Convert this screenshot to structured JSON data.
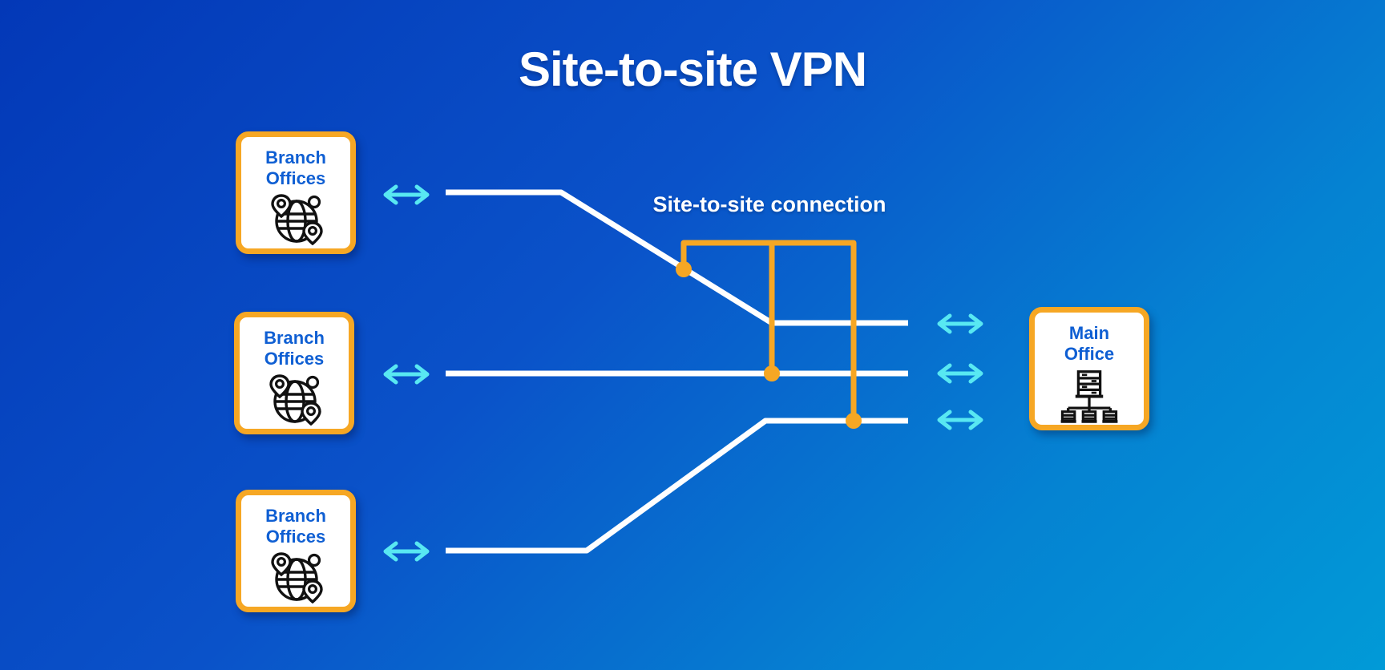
{
  "title": "Site-to-site VPN",
  "diagram": {
    "connection_label": "Site-to-site connection",
    "branch_offices": [
      {
        "line1": "Branch",
        "line2": "Offices"
      },
      {
        "line1": "Branch",
        "line2": "Offices"
      },
      {
        "line1": "Branch",
        "line2": "Offices"
      }
    ],
    "main_office": {
      "line1": "Main",
      "line2": "Office"
    }
  },
  "icons": {
    "branch": "globe-locations-icon",
    "main": "office-network-icon",
    "link": "bidirectional-arrow-icon"
  },
  "colors": {
    "background_top_left": "#0338b7",
    "background_bottom_right": "#019ad7",
    "accent_orange": "#f6a724",
    "connection_line_white": "#ffffff",
    "arrow_cyan": "#58e8f2",
    "node_label_blue": "#0f5fd3",
    "icon_black": "#111111"
  }
}
